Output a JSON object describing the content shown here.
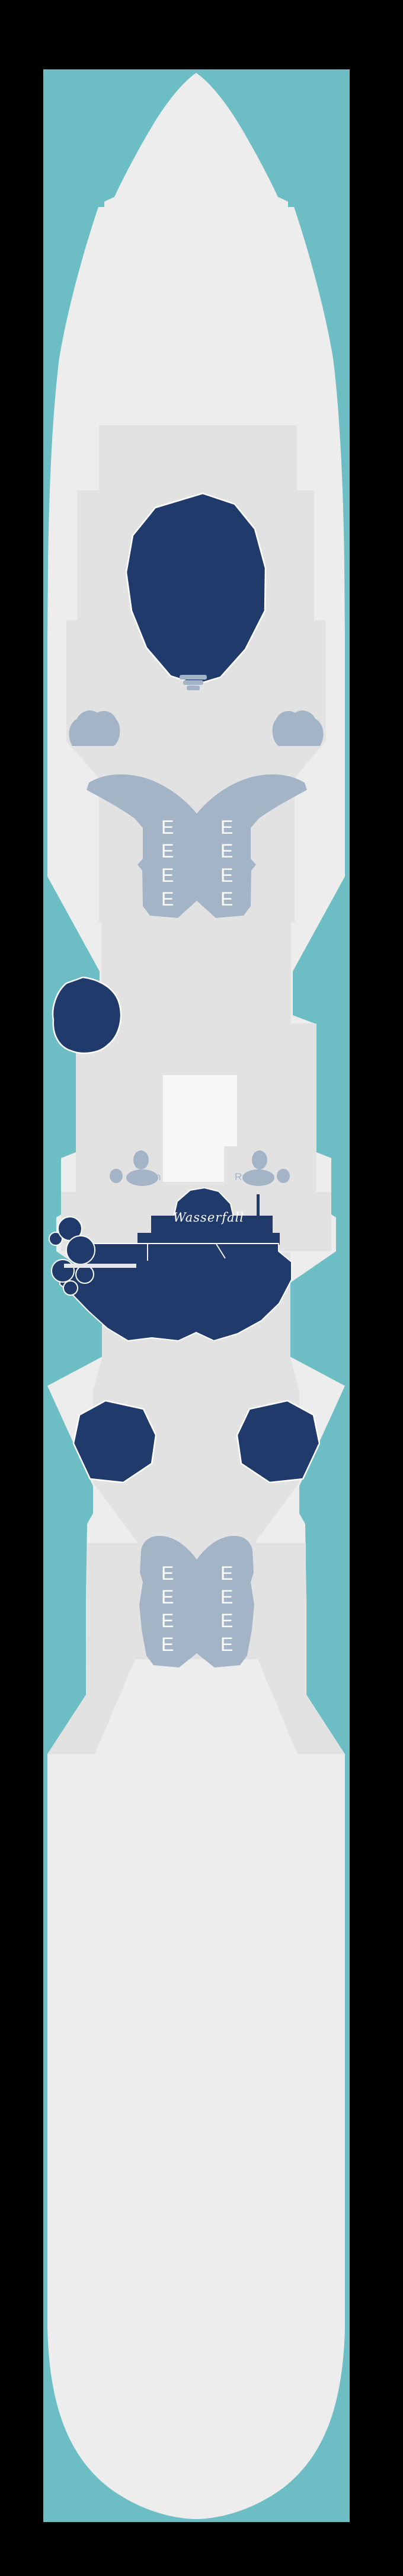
{
  "page": {
    "description": "Top-down cruise ship deck plan, bow at top, surrounded by teal water on black background"
  },
  "palette": {
    "background_black": "#000000",
    "water_teal": "#6dbec4",
    "hull_gray": "#ededed",
    "deck_panel_gray": "#e2e2e2",
    "deck_panel_light": "#f7f7f7",
    "funnel_light": "#ededed",
    "feature_navy": "#203a6c",
    "structure_bluegray": "#a3b4c7",
    "outline_white": "#ffffff",
    "slit_gray": "#e6e6e6"
  },
  "labels": {
    "elevator_letter": "E",
    "slide_complex_script": "Wasserfall",
    "partial_label_left": "n",
    "partial_label_right": "R"
  },
  "elevators": {
    "forward_bank": {
      "columns": 2,
      "rows": 4,
      "letter": "E"
    },
    "aft_bank": {
      "columns": 2,
      "rows": 4,
      "letter": "E"
    }
  },
  "features": {
    "forward_pool": "pool",
    "port_side_pool": "pool",
    "waterslide_complex": "waterslide-stage-structure",
    "port_whirlpool": "pool",
    "starboard_whirlpool": "pool",
    "planters": "deck-structures"
  }
}
